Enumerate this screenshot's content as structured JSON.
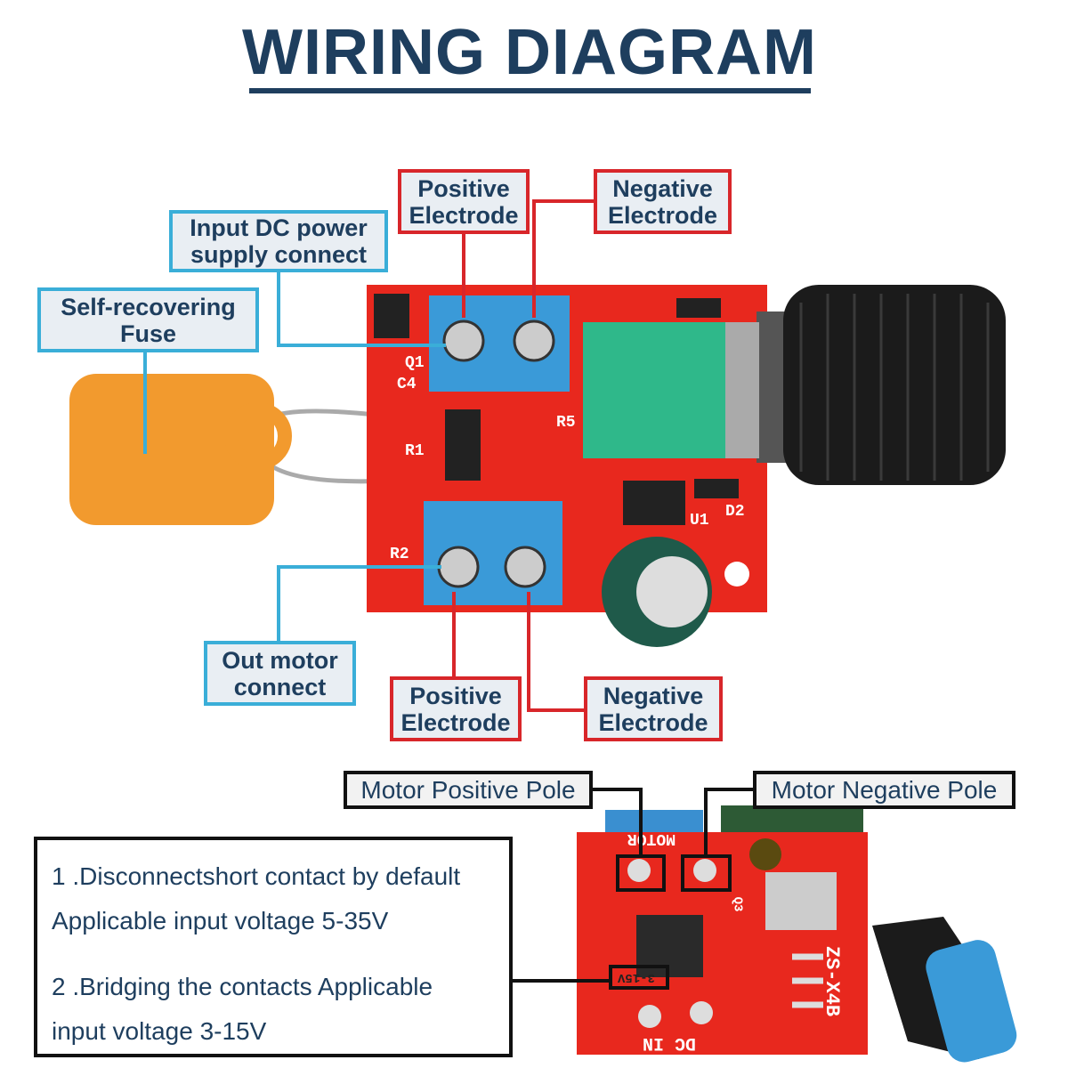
{
  "title": "WIRING DIAGRAM",
  "top_labels": {
    "input_dc": "Input DC power supply connect",
    "fuse": "Self-recovering Fuse",
    "top_positive": "Positive Electrode",
    "top_negative": "Negative Electrode",
    "out_motor": "Out motor connect",
    "bottom_positive": "Positive Electrode",
    "bottom_negative": "Negative Electrode"
  },
  "bottom_labels": {
    "motor_positive": "Motor Positive Pole",
    "motor_negative": "Motor Negative Pole"
  },
  "notes": [
    "1 .Disconnectshort contact by default",
    "Applicable input voltage 5-35V",
    "2 .Bridging the contacts Applicable",
    "input voltage 3-15V"
  ],
  "silkscreen": {
    "top_board": [
      "Q1",
      "C4",
      "R1",
      "R5",
      "R2",
      "U1",
      "D2"
    ],
    "bottom_board": {
      "motor": "MOTOR",
      "voltage": "3-15V",
      "dc_in": "DC IN",
      "model": "ZS-X4B",
      "q3": "Q3"
    }
  },
  "colors": {
    "title": "#1e3e5e",
    "red_callout": "#d8262a",
    "blue_callout": "#3aaed8",
    "pcb": "#e8281e",
    "terminal": "#3a9ad8",
    "fuse": "#f29a2e"
  }
}
